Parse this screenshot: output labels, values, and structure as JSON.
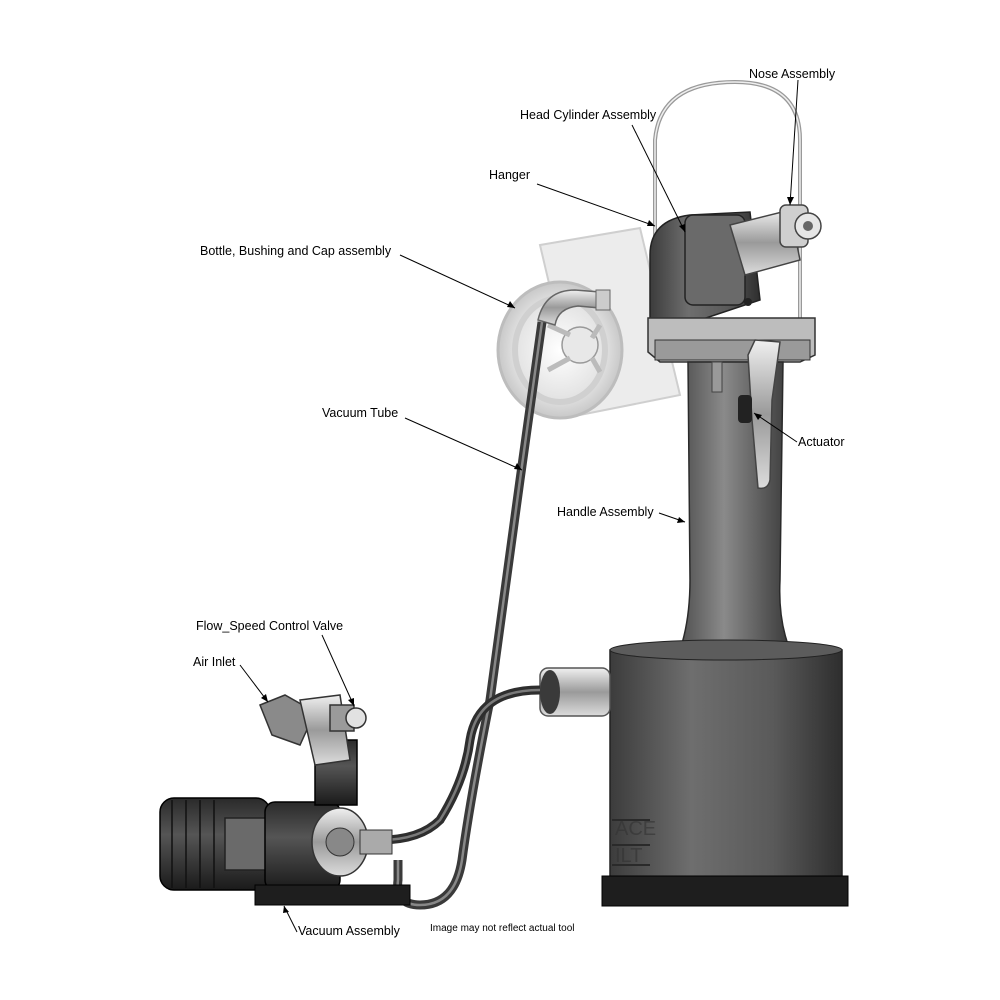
{
  "labels": {
    "nose_assembly": "Nose Assembly",
    "head_cylinder_assembly": "Head Cylinder Assembly",
    "hanger": "Hanger",
    "bottle_bushing_cap": "Bottle, Bushing and Cap assembly",
    "vacuum_tube": "Vacuum Tube",
    "actuator": "Actuator",
    "handle_assembly": "Handle Assembly",
    "flow_speed_control_valve": "Flow_Speed Control Valve",
    "air_inlet": "Air Inlet",
    "vacuum_assembly": "Vacuum Assembly"
  },
  "note": "Image may not reflect actual tool",
  "colors": {
    "tool_dark": "#4a4a4a",
    "tool_mid": "#707070",
    "tool_light": "#b8b8b8",
    "line": "#000000"
  }
}
